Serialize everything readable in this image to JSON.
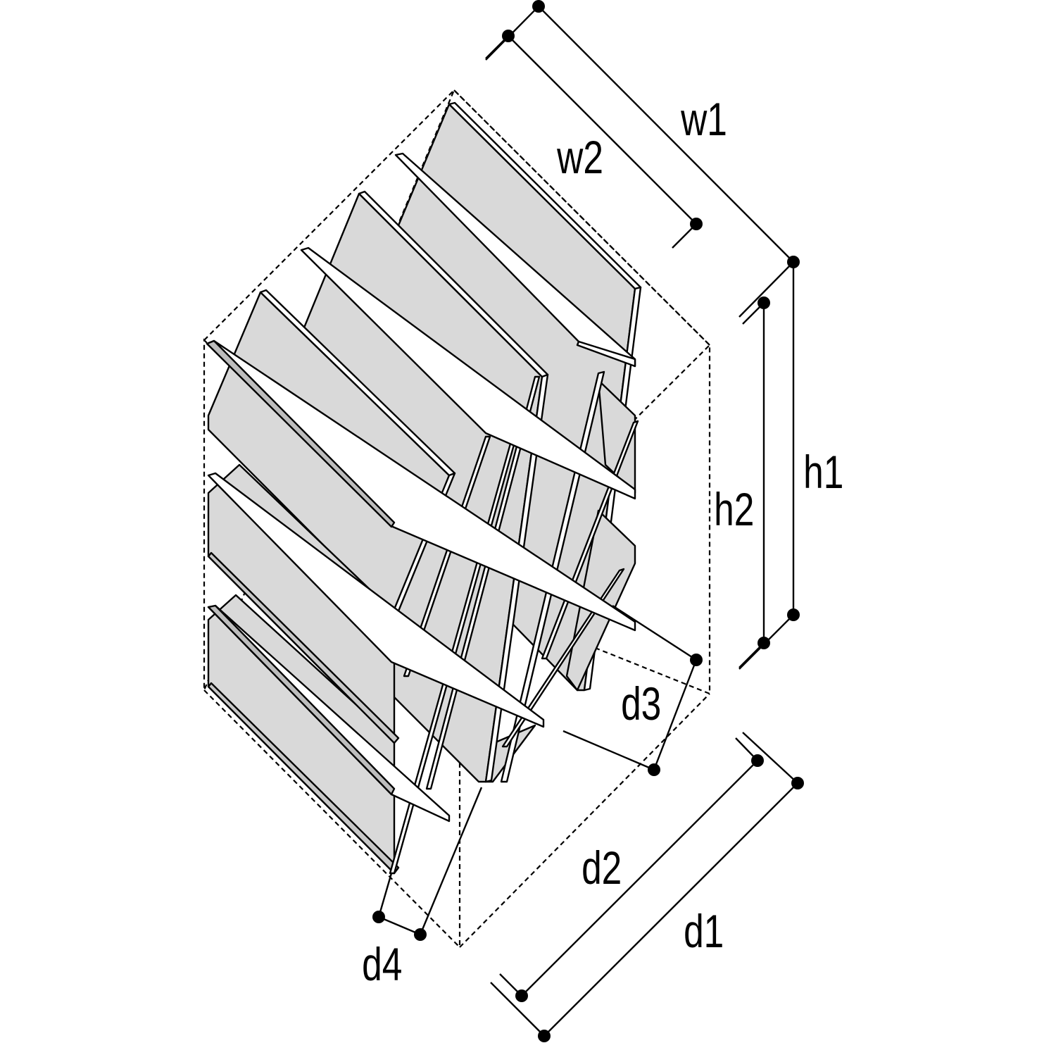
{
  "diagram": {
    "labels": {
      "w1": "w1",
      "w2": "w2",
      "h1": "h1",
      "h2": "h2",
      "d1": "d1",
      "d2": "d2",
      "d3": "d3",
      "d4": "d4"
    },
    "colors": {
      "panel_fill": "#d9d9d9",
      "edge_fill": "#ffffff",
      "line": "#000000",
      "background": "#ffffff"
    }
  }
}
